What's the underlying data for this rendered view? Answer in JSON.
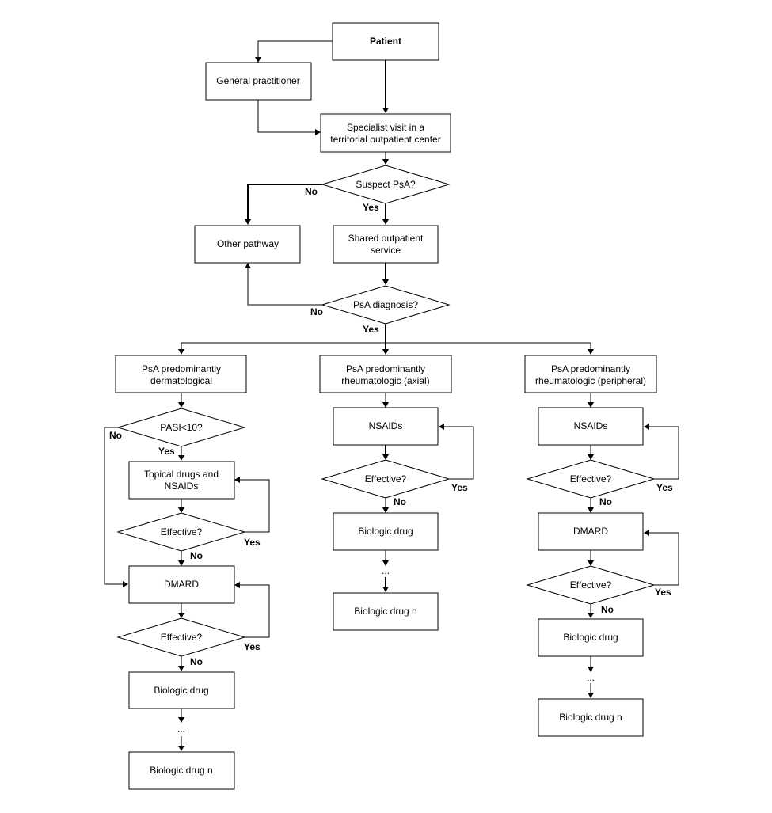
{
  "nodes": {
    "patient": "Patient",
    "gp": "General practitioner",
    "specialist": [
      "Specialist visit in a",
      "territorial outpatient center"
    ],
    "suspect": "Suspect PsA?",
    "other": "Other pathway",
    "shared": [
      "Shared outpatient",
      "service"
    ],
    "diagnosis": "PsA diagnosis?",
    "derm": [
      "PsA predominantly",
      "dermatological"
    ],
    "axial": [
      "PsA predominantly",
      "rheumatologic (axial)"
    ],
    "peri": [
      "PsA predominantly",
      "rheumatologic (peripheral)"
    ],
    "pasi": "PASI<10?",
    "topical": [
      "Topical drugs and",
      "NSAIDs"
    ],
    "effective": "Effective?",
    "dmard": "DMARD",
    "nsaids": "NSAIDs",
    "biologic": "Biologic drug",
    "ellipsis": "...",
    "biologic_n": "Biologic drug n"
  },
  "labels": {
    "yes": "Yes",
    "no": "No"
  }
}
